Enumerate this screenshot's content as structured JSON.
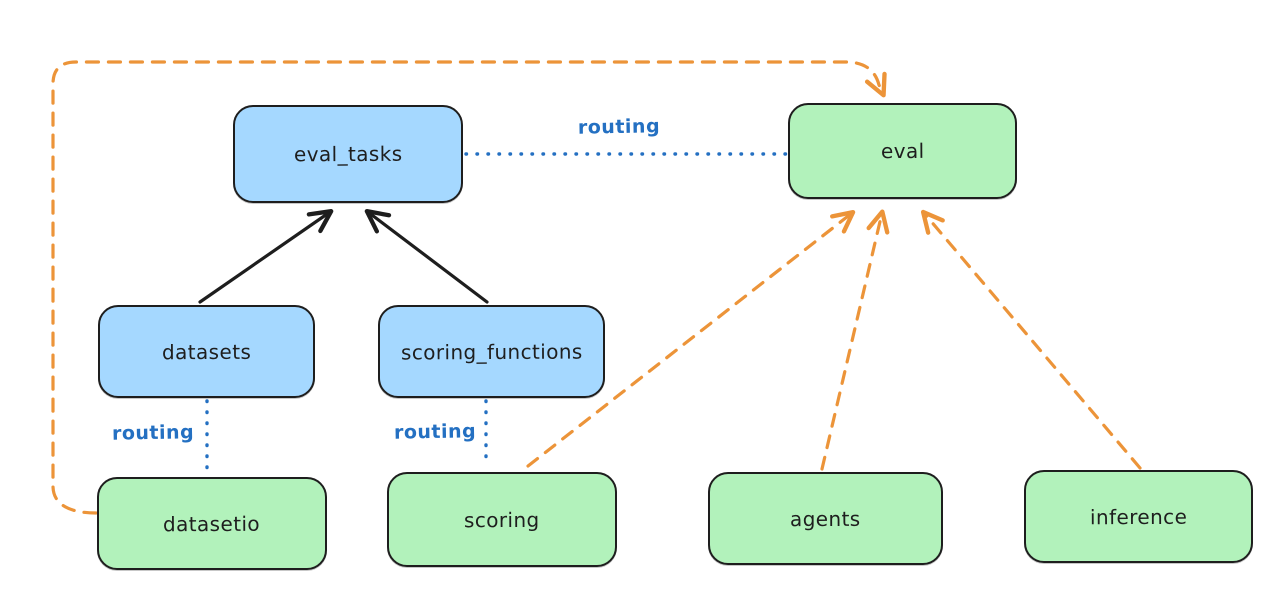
{
  "diagram": {
    "nodes": {
      "eval_tasks": {
        "label": "eval_tasks",
        "kind": "resource",
        "fill": "#a5d8ff"
      },
      "eval": {
        "label": "eval",
        "kind": "api",
        "fill": "#b2f2bb"
      },
      "datasets": {
        "label": "datasets",
        "kind": "resource",
        "fill": "#a5d8ff"
      },
      "scoring_functions": {
        "label": "scoring_functions",
        "kind": "resource",
        "fill": "#a5d8ff"
      },
      "datasetio": {
        "label": "datasetio",
        "kind": "api",
        "fill": "#b2f2bb"
      },
      "scoring": {
        "label": "scoring",
        "kind": "api",
        "fill": "#b2f2bb"
      },
      "agents": {
        "label": "agents",
        "kind": "api",
        "fill": "#b2f2bb"
      },
      "inference": {
        "label": "inference",
        "kind": "api",
        "fill": "#b2f2bb"
      }
    },
    "edge_labels": {
      "eval_routing": "routing",
      "datasetio_routing": "routing",
      "scoring_routing": "routing"
    },
    "edges": [
      {
        "from": "datasets",
        "to": "eval_tasks",
        "style": "solid",
        "arrow": true,
        "color": "black"
      },
      {
        "from": "scoring_functions",
        "to": "eval_tasks",
        "style": "solid",
        "arrow": true,
        "color": "black"
      },
      {
        "from": "eval_tasks",
        "to": "eval",
        "style": "dotted",
        "arrow": false,
        "color": "blue",
        "label": "routing"
      },
      {
        "from": "datasets",
        "to": "datasetio",
        "style": "dotted",
        "arrow": false,
        "color": "blue",
        "label": "routing"
      },
      {
        "from": "scoring_functions",
        "to": "scoring",
        "style": "dotted",
        "arrow": false,
        "color": "blue",
        "label": "routing"
      },
      {
        "from": "datasetio",
        "to": "eval",
        "style": "dashed",
        "arrow": true,
        "color": "orange"
      },
      {
        "from": "scoring",
        "to": "eval",
        "style": "dashed",
        "arrow": true,
        "color": "orange"
      },
      {
        "from": "agents",
        "to": "eval",
        "style": "dashed",
        "arrow": true,
        "color": "orange"
      },
      {
        "from": "inference",
        "to": "eval",
        "style": "dashed",
        "arrow": true,
        "color": "orange"
      }
    ],
    "colors": {
      "resource_fill": "#a5d8ff",
      "provider_fill": "#b2f2bb",
      "node_stroke": "#1e1e1e",
      "solid_edge": "#1e1e1e",
      "routing_edge": "#2470c2",
      "dashed_edge": "#ec9439",
      "background": "#ffffff"
    }
  }
}
